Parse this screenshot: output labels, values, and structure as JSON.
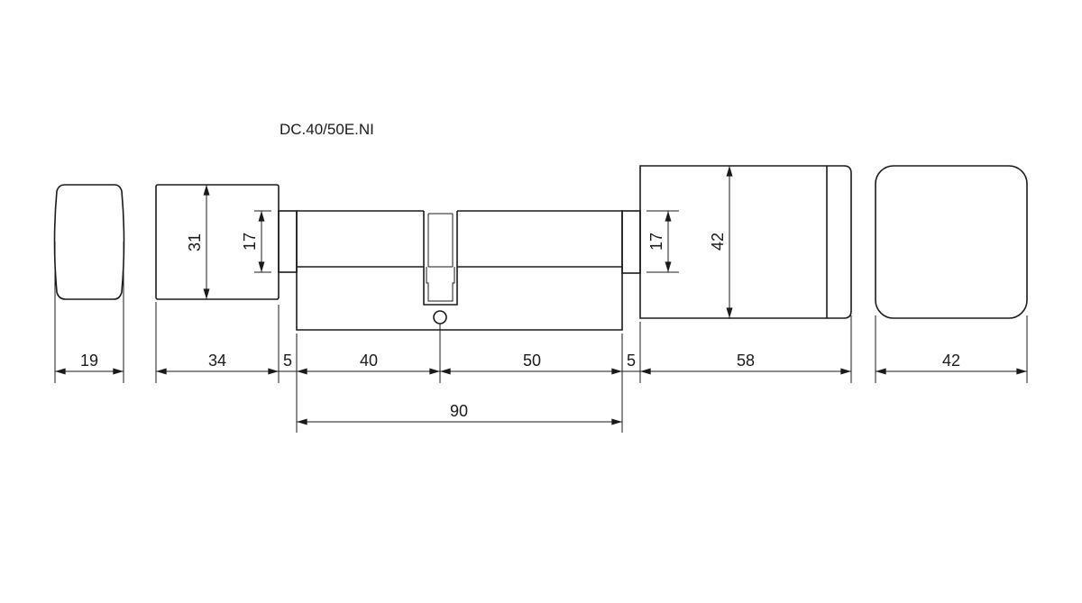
{
  "title": "DC.40/50E.NI",
  "dimensions": {
    "knob_small_width": "19",
    "left_knob_length": "34",
    "left_gap": "5",
    "left_cylinder": "40",
    "right_cylinder": "50",
    "right_gap": "5",
    "right_knob_length": "58",
    "right_knob_face_width": "42",
    "total_cylinder": "90",
    "left_knob_height": "31",
    "left_spindle_height": "17",
    "right_spindle_height": "17",
    "right_knob_height": "42"
  },
  "colors": {
    "line": "#1a1a1a",
    "background": "#ffffff"
  }
}
